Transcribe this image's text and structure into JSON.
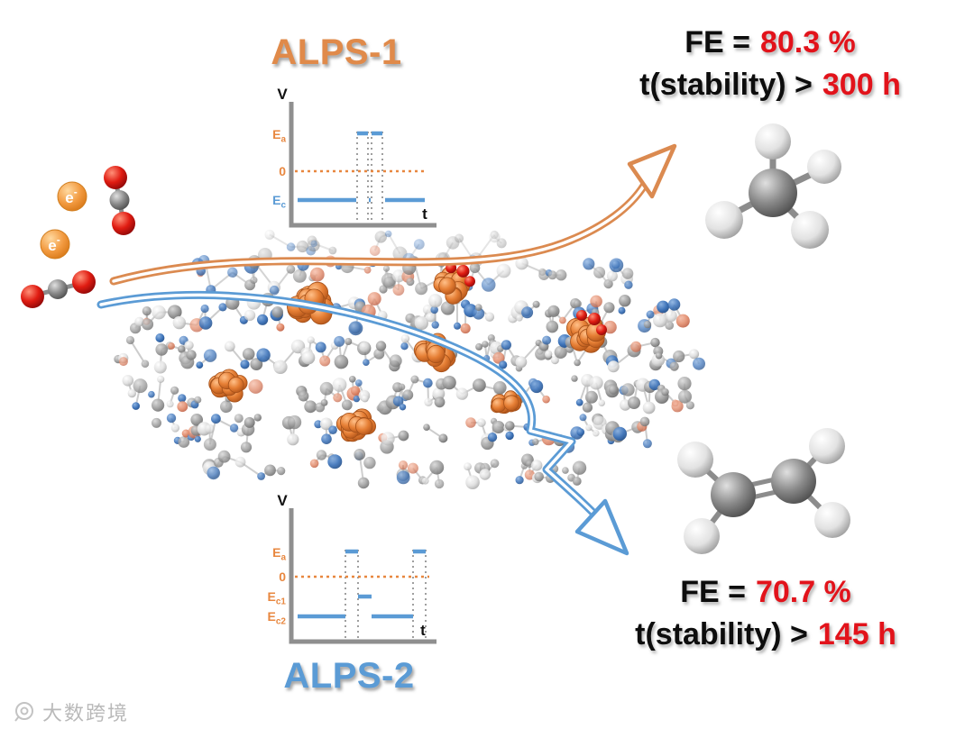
{
  "labels": {
    "alps1": "ALPS-1",
    "alps2": "ALPS-2"
  },
  "results_top": {
    "fe_prefix": "FE =",
    "fe_value": "80.3 %",
    "stability_prefix": "t(stability) >",
    "stability_value": "300 h"
  },
  "results_bottom": {
    "fe_prefix": "FE =",
    "fe_value": "70.7 %",
    "stability_prefix": "t(stability) >",
    "stability_value": "145 h"
  },
  "plot1": {
    "v_axis": "V",
    "t_axis": "t",
    "ea_base": "E",
    "ea_sub": "a",
    "zero": "0",
    "ec_base": "E",
    "ec_sub": "c"
  },
  "plot2": {
    "v_axis": "V",
    "t_axis": "t",
    "ea_base": "E",
    "ea_sub": "a",
    "zero": "0",
    "ec1_base": "E",
    "ec1_sub": "c1",
    "ec2_base": "E",
    "ec2_sub": "c2"
  },
  "particles": {
    "electron_base": "e",
    "electron_sup": "-"
  },
  "molecules": {
    "product_top": "methane",
    "product_bottom": "ethylene",
    "reactant": "carbon-dioxide",
    "catalyst": "copper-cluster-on-framework"
  },
  "watermark": {
    "text": "大数跨境"
  },
  "colors": {
    "orange": "#E08A4A",
    "blue": "#5B9BD5",
    "red": "#E2131B",
    "copper": "#E67F35",
    "axis_gray": "#8F8F8F"
  }
}
